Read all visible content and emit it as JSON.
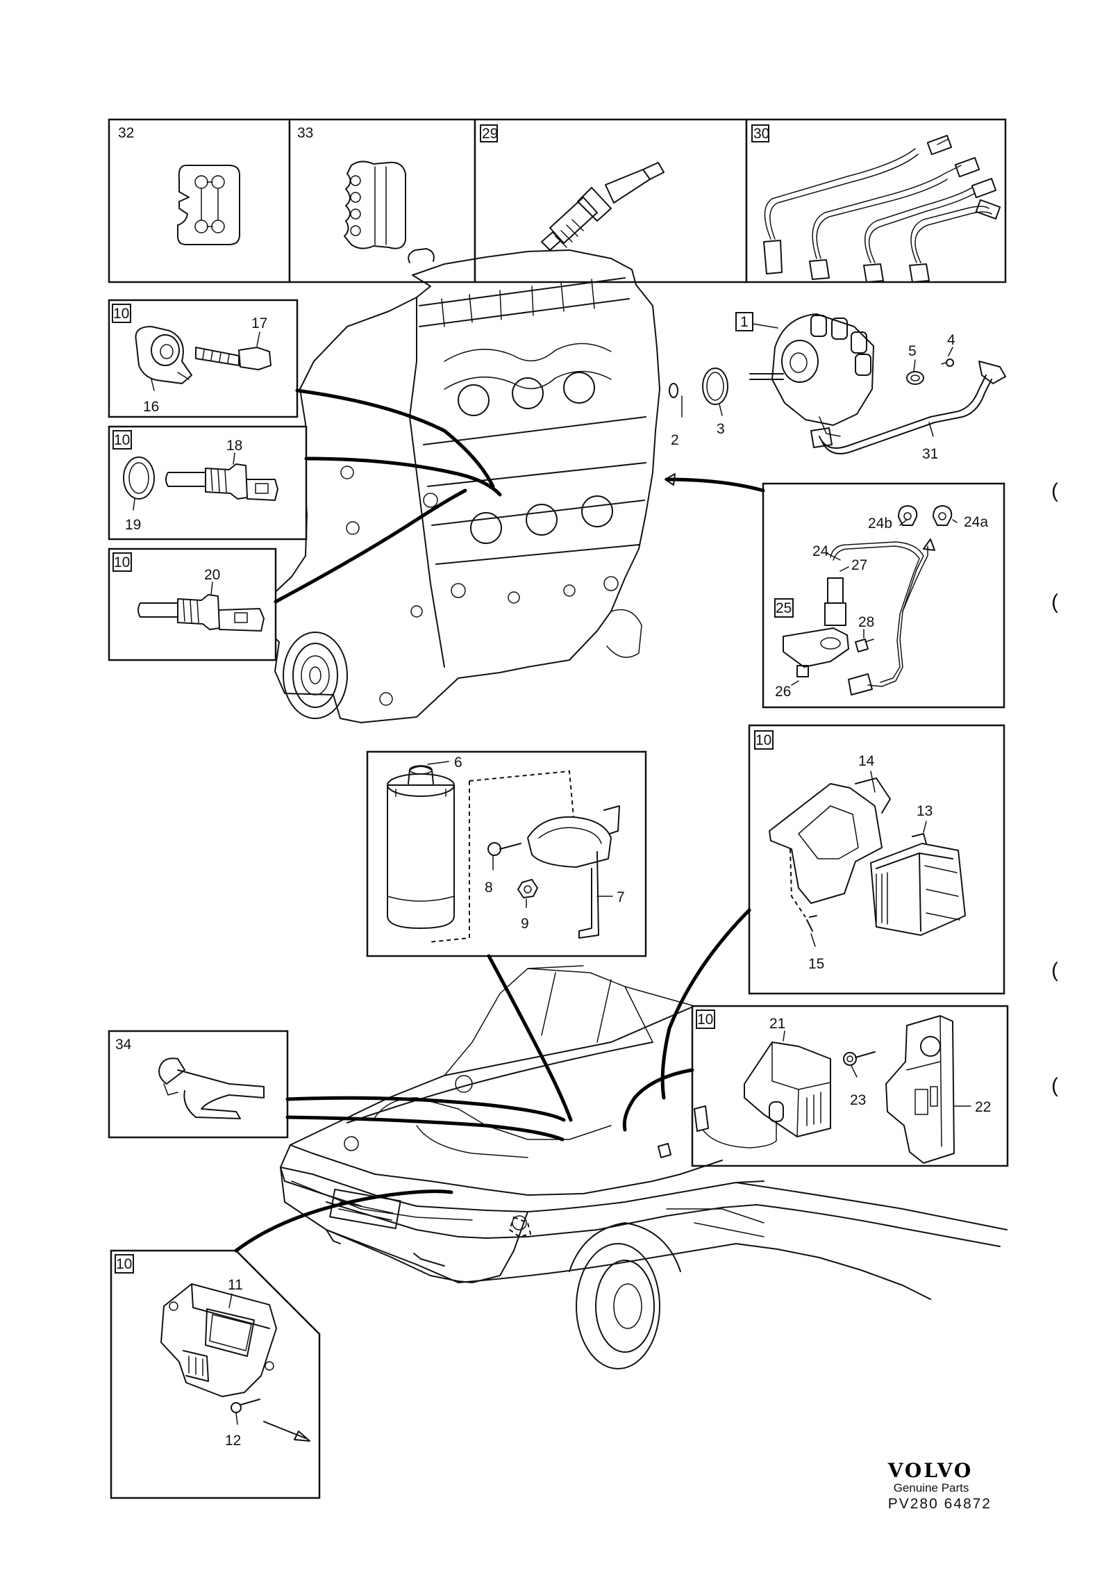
{
  "diagram": {
    "panel_refs": {
      "p32": "32",
      "p33": "33",
      "p29": "29",
      "p30": "30",
      "p1": "1",
      "p10a": "10",
      "p10b": "10",
      "p10c": "10",
      "p25": "25",
      "p10d": "10",
      "p10e": "10",
      "p34": "34",
      "p10f": "10"
    },
    "callouts": {
      "c2": "2",
      "c3": "3",
      "c4": "4",
      "c5": "5",
      "c6": "6",
      "c7": "7",
      "c8": "8",
      "c9": "9",
      "c11": "11",
      "c12": "12",
      "c13": "13",
      "c14": "14",
      "c15": "15",
      "c16": "16",
      "c17": "17",
      "c18": "18",
      "c19": "19",
      "c20": "20",
      "c21": "21",
      "c22": "22",
      "c23": "23",
      "c24": "24",
      "c24a": "24a",
      "c24b": "24b",
      "c26": "26",
      "c27": "27",
      "c28": "28",
      "c31": "31"
    }
  },
  "footer": {
    "brand": "VOLVO",
    "subtitle": "Genuine Parts",
    "code": "PV280  64872"
  }
}
